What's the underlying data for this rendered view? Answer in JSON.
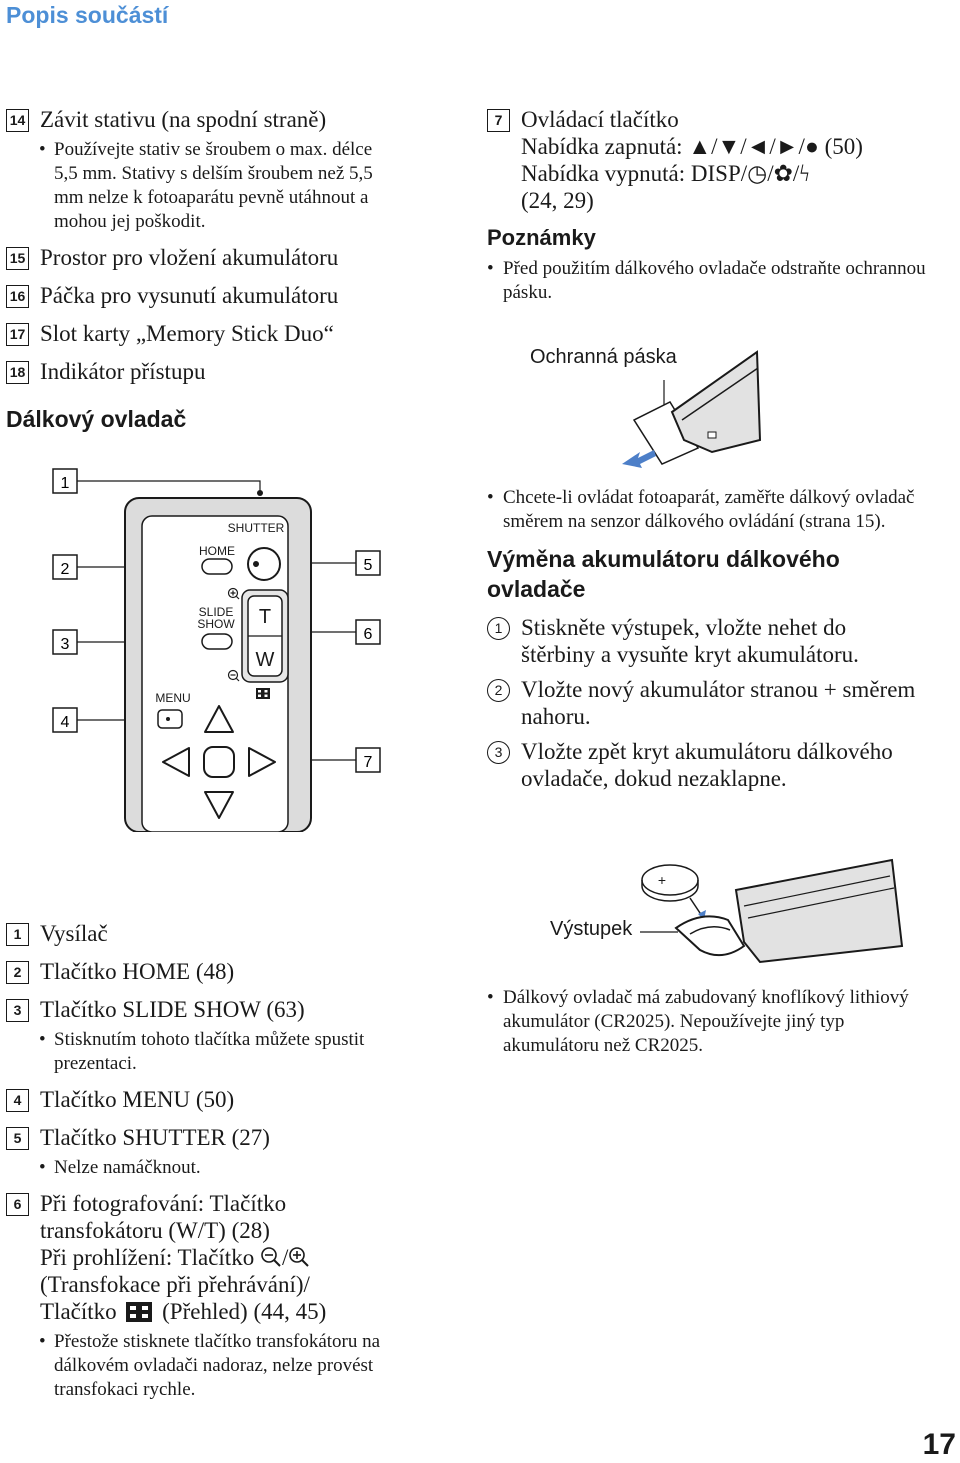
{
  "header": {
    "title": "Popis součástí"
  },
  "left_top_items": [
    {
      "num": "14",
      "text": "Závit stativu (na spodní straně)"
    },
    {
      "num": "15",
      "text": "Prostor pro vložení akumulátoru"
    },
    {
      "num": "16",
      "text": "Páčka pro vysunutí akumulátoru"
    },
    {
      "num": "17",
      "text": "Slot karty „Memory Stick Duo“"
    },
    {
      "num": "18",
      "text": "Indikátor přístupu"
    }
  ],
  "tripod_note": "Používejte stativ se šroubem o max. délce 5,5 mm. Stativy s delším šroubem než 5,5 mm nelze k fotoaparátu pevně utáhnout a mohou jej poškodit.",
  "remote_title": "Dálkový ovladač",
  "remote_diagram": {
    "callouts": [
      "1",
      "2",
      "3",
      "4",
      "5",
      "6",
      "7"
    ],
    "labels": {
      "shutter": "SHUTTER",
      "home": "HOME",
      "slide": "SLIDE",
      "show": "SHOW",
      "menu": "MENU",
      "t": "T",
      "w": "W"
    }
  },
  "control_item": {
    "num": "7",
    "line1": "Ovládací tlačítko",
    "line2": "Nabídka zapnutá: ▲/▼/◄/►/● (50)",
    "line3": "Nabídka vypnutá: DISP/◷/✿/ϟ",
    "line4": "(24, 29)"
  },
  "notes_title": "Poznámky",
  "note1": "Před použitím dálkového ovladače odstraňte ochrannou pásku.",
  "tape_label": "Ochranná páska",
  "note2": "Chcete-li ovládat fotoaparát, zaměřte dálkový ovladač směrem na senzor dálkového ovládání (strana 15).",
  "battery_title_1": "Výměna akumulátoru dálkového",
  "battery_title_2": "ovladače",
  "battery_steps": [
    {
      "num": "1",
      "text": "Stiskněte výstupek, vložte nehet do štěrbiny a vysuňte kryt akumulátoru."
    },
    {
      "num": "2",
      "text": "Vložte nový akumulátor stranou + směrem nahoru."
    },
    {
      "num": "3",
      "text": "Vložte zpět kryt akumulátoru dálkového ovladače, dokud nezaklapne."
    }
  ],
  "battery_plus": "+",
  "tab_label": "Výstupek",
  "battery_note": "Dálkový ovladač má zabudovaný knoflíkový lithiový akumulátor (CR2025). Nepoužívejte jiný typ akumulátoru než CR2025.",
  "remote_items": {
    "i1": {
      "num": "1",
      "text": "Vysílač"
    },
    "i2": {
      "num": "2",
      "text": "Tlačítko HOME (48)"
    },
    "i3": {
      "num": "3",
      "text": "Tlačítko SLIDE SHOW (63)"
    },
    "i3_note": "Stisknutím tohoto tlačítka můžete spustit prezentaci.",
    "i4": {
      "num": "4",
      "text": "Tlačítko MENU (50)"
    },
    "i5": {
      "num": "5",
      "text": "Tlačítko SHUTTER (27)"
    },
    "i5_note": "Nelze namáčknout.",
    "i6": {
      "num": "6",
      "line1": "Při fotografování: Tlačítko",
      "line2": "transfokátoru (W/T) (28)",
      "line3a": "Při prohlížení: Tlačítko",
      "line3b": "/",
      "line4": "(Transfokace při přehrávání)/",
      "line5a": "Tlačítko",
      "line5b": "(Přehled) (44, 45)"
    },
    "i6_note": "Přestože stisknete tlačítko transfokátoru na dálkovém ovladači nadoraz, nelze provést transfokaci rychle."
  },
  "page_number": "17"
}
